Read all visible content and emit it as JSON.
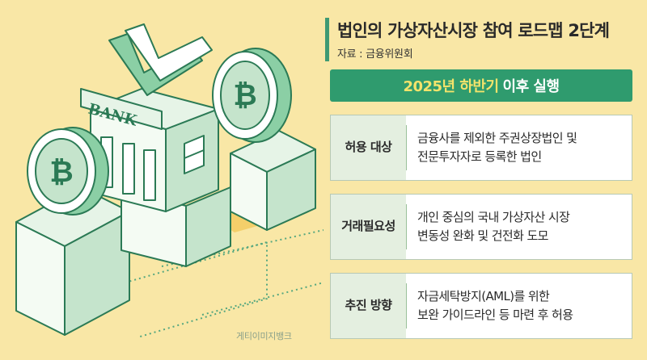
{
  "header": {
    "title": "법인의 가상자산시장 참여 로드맵 2단계",
    "source": "자료 : 금융위원회"
  },
  "banner": {
    "highlight": "2025년 하반기",
    "rest": "이후 실행"
  },
  "rows": [
    {
      "label_lines": [
        "허용 대상"
      ],
      "desc_lines": [
        "금융사를 제외한 주권상장법인 및",
        "전문투자자로 등록한 법인"
      ]
    },
    {
      "label_lines": [
        "거래",
        "필요성"
      ],
      "desc_lines": [
        "개인 중심의 국내 가상자산 시장",
        "변동성 완화 및 건전화 도모"
      ]
    },
    {
      "label_lines": [
        "추진 방향"
      ],
      "desc_lines": [
        "자금세탁방지(AML)를 위한",
        "보완 가이드라인 등 마련 후 허용"
      ]
    }
  ],
  "illustration": {
    "bank_sign": "BANK",
    "coin_symbol": "₿"
  },
  "credit": "게티이미지뱅크",
  "colors": {
    "background": "#f9e7a6",
    "accent_green": "#2f9b6e",
    "banner_highlight": "#f3e36b",
    "label_bg": "#e4efe0"
  }
}
